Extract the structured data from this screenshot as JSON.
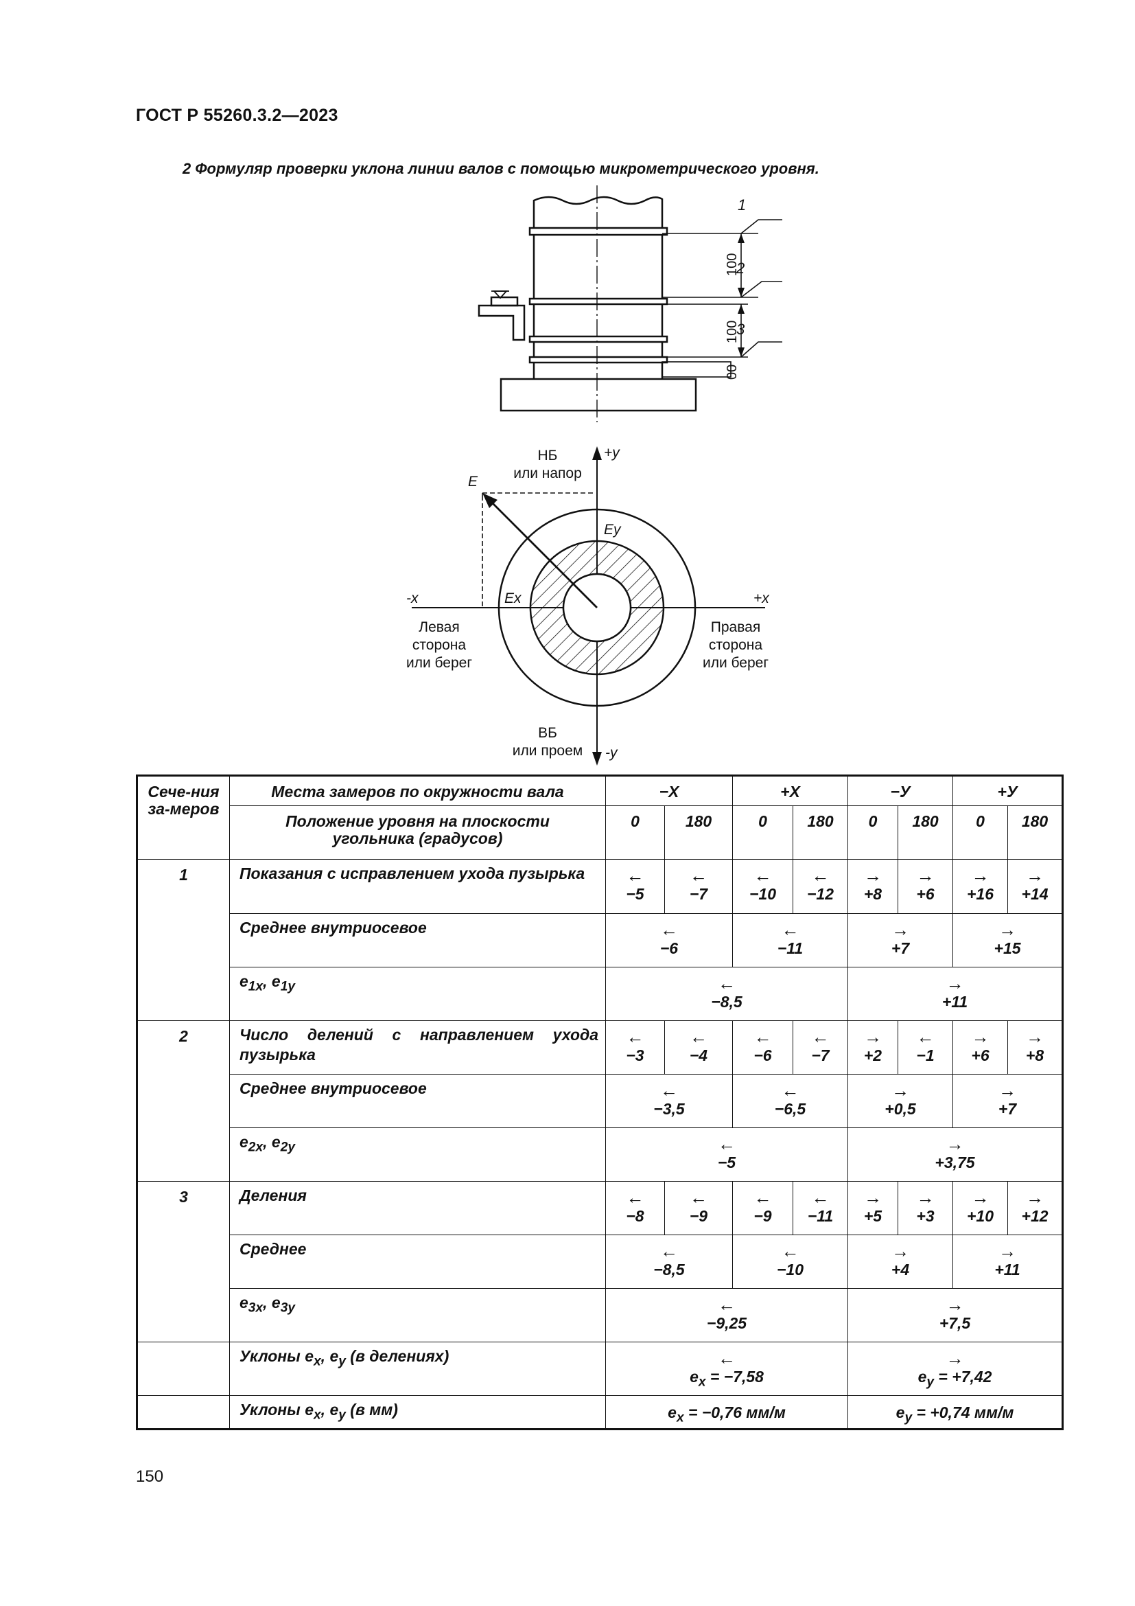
{
  "header": "ГОСТ Р 55260.3.2—2023",
  "caption": "2 Формуляр проверки уклона линии валов с помощью микрометрического уровня.",
  "figure1": {
    "callouts": [
      "1",
      "2",
      "3"
    ],
    "dims": [
      "100",
      "100",
      "00"
    ]
  },
  "figure2": {
    "top_label": [
      "НБ",
      "или напор"
    ],
    "bottom_label": [
      "ВБ",
      "или проем"
    ],
    "left_label": [
      "Левая",
      "сторона",
      "или берег"
    ],
    "right_label": [
      "Правая",
      "сторона",
      "или берег"
    ],
    "axis_py": "+y",
    "axis_ny": "-y",
    "axis_px": "+x",
    "axis_nx": "-x",
    "vec_e": "E",
    "vec_ey": "Ey",
    "vec_ex": "Ex"
  },
  "table": {
    "h_sections": "Сече-ния за-меров",
    "h_places": "Места замеров по окружности вала",
    "h_position": "Положение уровня на плоскости угольника (градусов)",
    "groups": [
      "−X",
      "+X",
      "−У",
      "+У"
    ],
    "angles": [
      "0",
      "180",
      "0",
      "180",
      "0",
      "180",
      "0",
      "180"
    ],
    "left_arrow": "←",
    "right_arrow": "→",
    "s1": {
      "num": "1",
      "r1_label": "Показания с исправлением ухода пузырька",
      "r1_vals": [
        "−5",
        "−7",
        "−10",
        "−12",
        "+8",
        "+6",
        "+16",
        "+14"
      ],
      "r2_label": "Среднее внутриосевое",
      "r2_vals": [
        "−6",
        "−11",
        "+7",
        "+15"
      ],
      "r3_label_main": "e",
      "r3_sub1": "1x",
      "r3_sub2": "1y",
      "r3_vals": [
        "−8,5",
        "+11"
      ]
    },
    "s2": {
      "num": "2",
      "r1_label": "Число делений с направлением ухода пузырька",
      "r1_vals": [
        "−3",
        "−4",
        "−6",
        "−7",
        "+2",
        "−1",
        "+6",
        "+8"
      ],
      "r2_label": "Среднее внутриосевое",
      "r2_vals": [
        "−3,5",
        "−6,5",
        "+0,5",
        "+7"
      ],
      "r3_sub1": "2x",
      "r3_sub2": "2y",
      "r3_vals": [
        "−5",
        "+3,75"
      ]
    },
    "s3": {
      "num": "3",
      "r1_label": "Деления",
      "r1_vals": [
        "−8",
        "−9",
        "−9",
        "−11",
        "+5",
        "+3",
        "+10",
        "+12"
      ],
      "r2_label": "Среднее",
      "r2_vals": [
        "−8,5",
        "−10",
        "+4",
        "+11"
      ],
      "r3_sub1": "3x",
      "r3_sub2": "3y",
      "r3_vals": [
        "−9,25",
        "+7,5"
      ]
    },
    "slope_div": {
      "label_pre": "Уклоны e",
      "label_x": "x",
      "label_mid": ", e",
      "label_y": "y",
      "label_post": " (в делениях)",
      "ex_pre": "e",
      "ex_sub": "x",
      "ex_val": " = −7,58",
      "ey_pre": "e",
      "ey_sub": "y",
      "ey_val": " = +7,42"
    },
    "slope_mm": {
      "label_post": " (в мм)",
      "ex_val": " = −0,76 мм/м",
      "ey_val": " = +0,74 мм/м"
    }
  },
  "page_number": "150"
}
